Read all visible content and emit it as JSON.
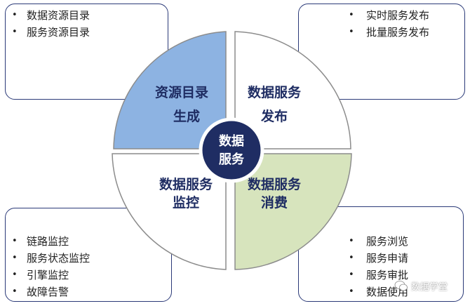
{
  "center": {
    "line1": "数据",
    "line2": "服务"
  },
  "quadrants": {
    "top_left": {
      "line1": "资源目录",
      "line2": "生成",
      "color": "#8db3e2"
    },
    "top_right": {
      "line1": "数据服务",
      "line2": "发布",
      "color": "#ffffff"
    },
    "bottom_left": {
      "line1": "数据服务",
      "line2": "监控",
      "color": "#ffffff"
    },
    "bottom_right": {
      "line1": "数据服务",
      "line2": "消费",
      "color": "#d7e4bd"
    }
  },
  "boxes": {
    "top_left": {
      "items": [
        "数据资源目录",
        "服务资源目录"
      ]
    },
    "top_right": {
      "items": [
        "实时服务发布",
        "批量服务发布"
      ]
    },
    "bottom_left": {
      "items": [
        "链路监控",
        "服务状态监控",
        "引擎监控",
        "故障告警"
      ]
    },
    "bottom_right": {
      "items": [
        "服务浏览",
        "服务申请",
        "服务审批",
        "数据使用"
      ]
    }
  },
  "watermark": {
    "text": "数据学堂"
  },
  "colors": {
    "label_text": "#1f2d63",
    "center_fill": "#1f2d63",
    "border": "#2b3a78"
  }
}
